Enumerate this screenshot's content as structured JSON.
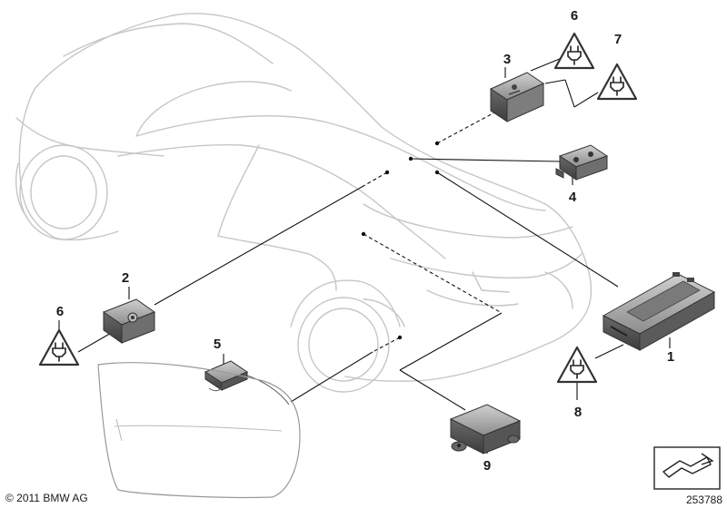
{
  "callouts": {
    "n1": "1",
    "n2": "2",
    "n3": "3",
    "n4": "4",
    "n5": "5",
    "n6a": "6",
    "n6b": "6",
    "n7": "7",
    "n8": "8",
    "n9": "9"
  },
  "footer": {
    "copyright": "© 2011 BMW AG",
    "image_number": "253788"
  },
  "icons": {
    "warning": "warning-triangle-plug-icon",
    "navigation": "arrow-navigation-icon"
  },
  "colors": {
    "car_outline": "#c6c6c6",
    "lines": "#111111",
    "module_dark": "#555555",
    "module_light": "#9a9a9a"
  }
}
